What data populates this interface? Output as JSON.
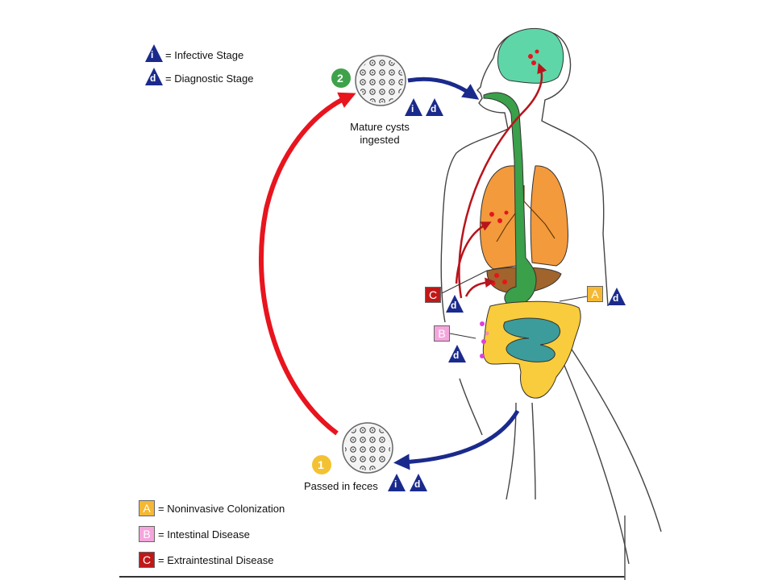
{
  "legend_top": {
    "infective": {
      "glyph": "i",
      "text": "= Infective Stage"
    },
    "diagnostic": {
      "glyph": "d",
      "text": "= Diagnostic Stage"
    }
  },
  "legend_bottom": {
    "a": {
      "glyph": "A",
      "text": "= Noninvasive Colonization",
      "color": "#f5b835"
    },
    "b": {
      "glyph": "B",
      "text": "= Intestinal Disease",
      "color": "#f4a6dc"
    },
    "c": {
      "glyph": "C",
      "text": "= Extraintestinal Disease",
      "color": "#c01818"
    }
  },
  "steps": {
    "step2": {
      "number": "2",
      "caption_line1": "Mature cysts",
      "caption_line2": "ingested",
      "color": "#3ea24a"
    },
    "step1": {
      "number": "1",
      "caption": "Passed in feces",
      "color": "#f3c232"
    }
  },
  "markers": {
    "i": "i",
    "d": "d",
    "A": "A",
    "B": "B",
    "C": "C"
  },
  "colors": {
    "navy": "#1a2a8c",
    "red_arrow": "#e8141e",
    "brain": "#5fd6a8",
    "lungs": "#f39a3c",
    "liver": "#a0642c",
    "stomach": "#3aa04a",
    "colon": "#f8cc3c",
    "small_intestine": "#3c9c9c"
  }
}
